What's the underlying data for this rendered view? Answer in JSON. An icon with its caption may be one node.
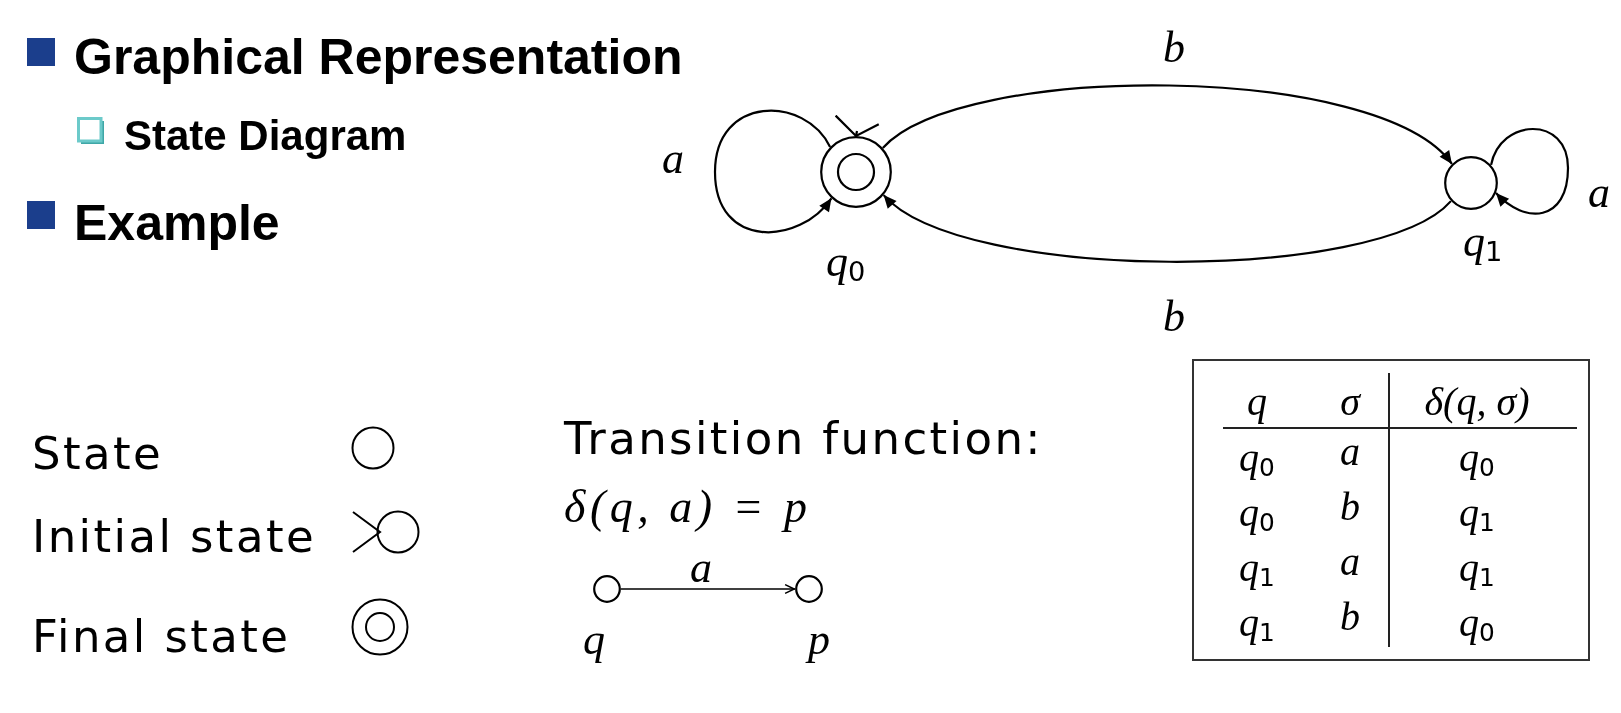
{
  "diagram": {
    "nodes": [
      {
        "text": [
          "q$_{0}$"
        ]
      },
      {
        "text": [
          "q$_{1}$"
        ]
      },
      {
        "text": [
          "q"
        ]
      },
      {
        "text": [
          "p"
        ]
      }
    ],
    "edges": [
      {
        "from": null,
        "to": 0,
        "arrow": "to"
      },
      {
        "from": 0,
        "to": 0,
        "arrow": "to",
        "label": "a"
      },
      {
        "from": 0,
        "to": 1,
        "arrow": "to",
        "label": "b"
      },
      {
        "from": 1,
        "to": 1,
        "arrow": "to",
        "label": "a"
      },
      {
        "from": 1,
        "to": 0,
        "arrow": "to",
        "label": "b"
      },
      {
        "from": 2,
        "to": 3,
        "arrow": "to",
        "label": "a"
      }
    ],
    "labels": [
      "Graphical Representation",
      "State Diagram",
      "Example",
      "Transition function:",
      "δ(q, a) = p",
      "q",
      "σ",
      "δ(q, σ)",
      "q$_{0}$",
      "a",
      "q$_{0}$",
      "q$_{0}$",
      "b",
      "q$_{1}$",
      "q$_{1}$",
      "a",
      "q$_{1}$",
      "q$_{1}$",
      "b",
      "q$_{0}$"
    ],
    "legend": [
      {
        "text": "State"
      },
      {
        "text": "Initial state"
      },
      {
        "text": "Final state"
      }
    ]
  }
}
